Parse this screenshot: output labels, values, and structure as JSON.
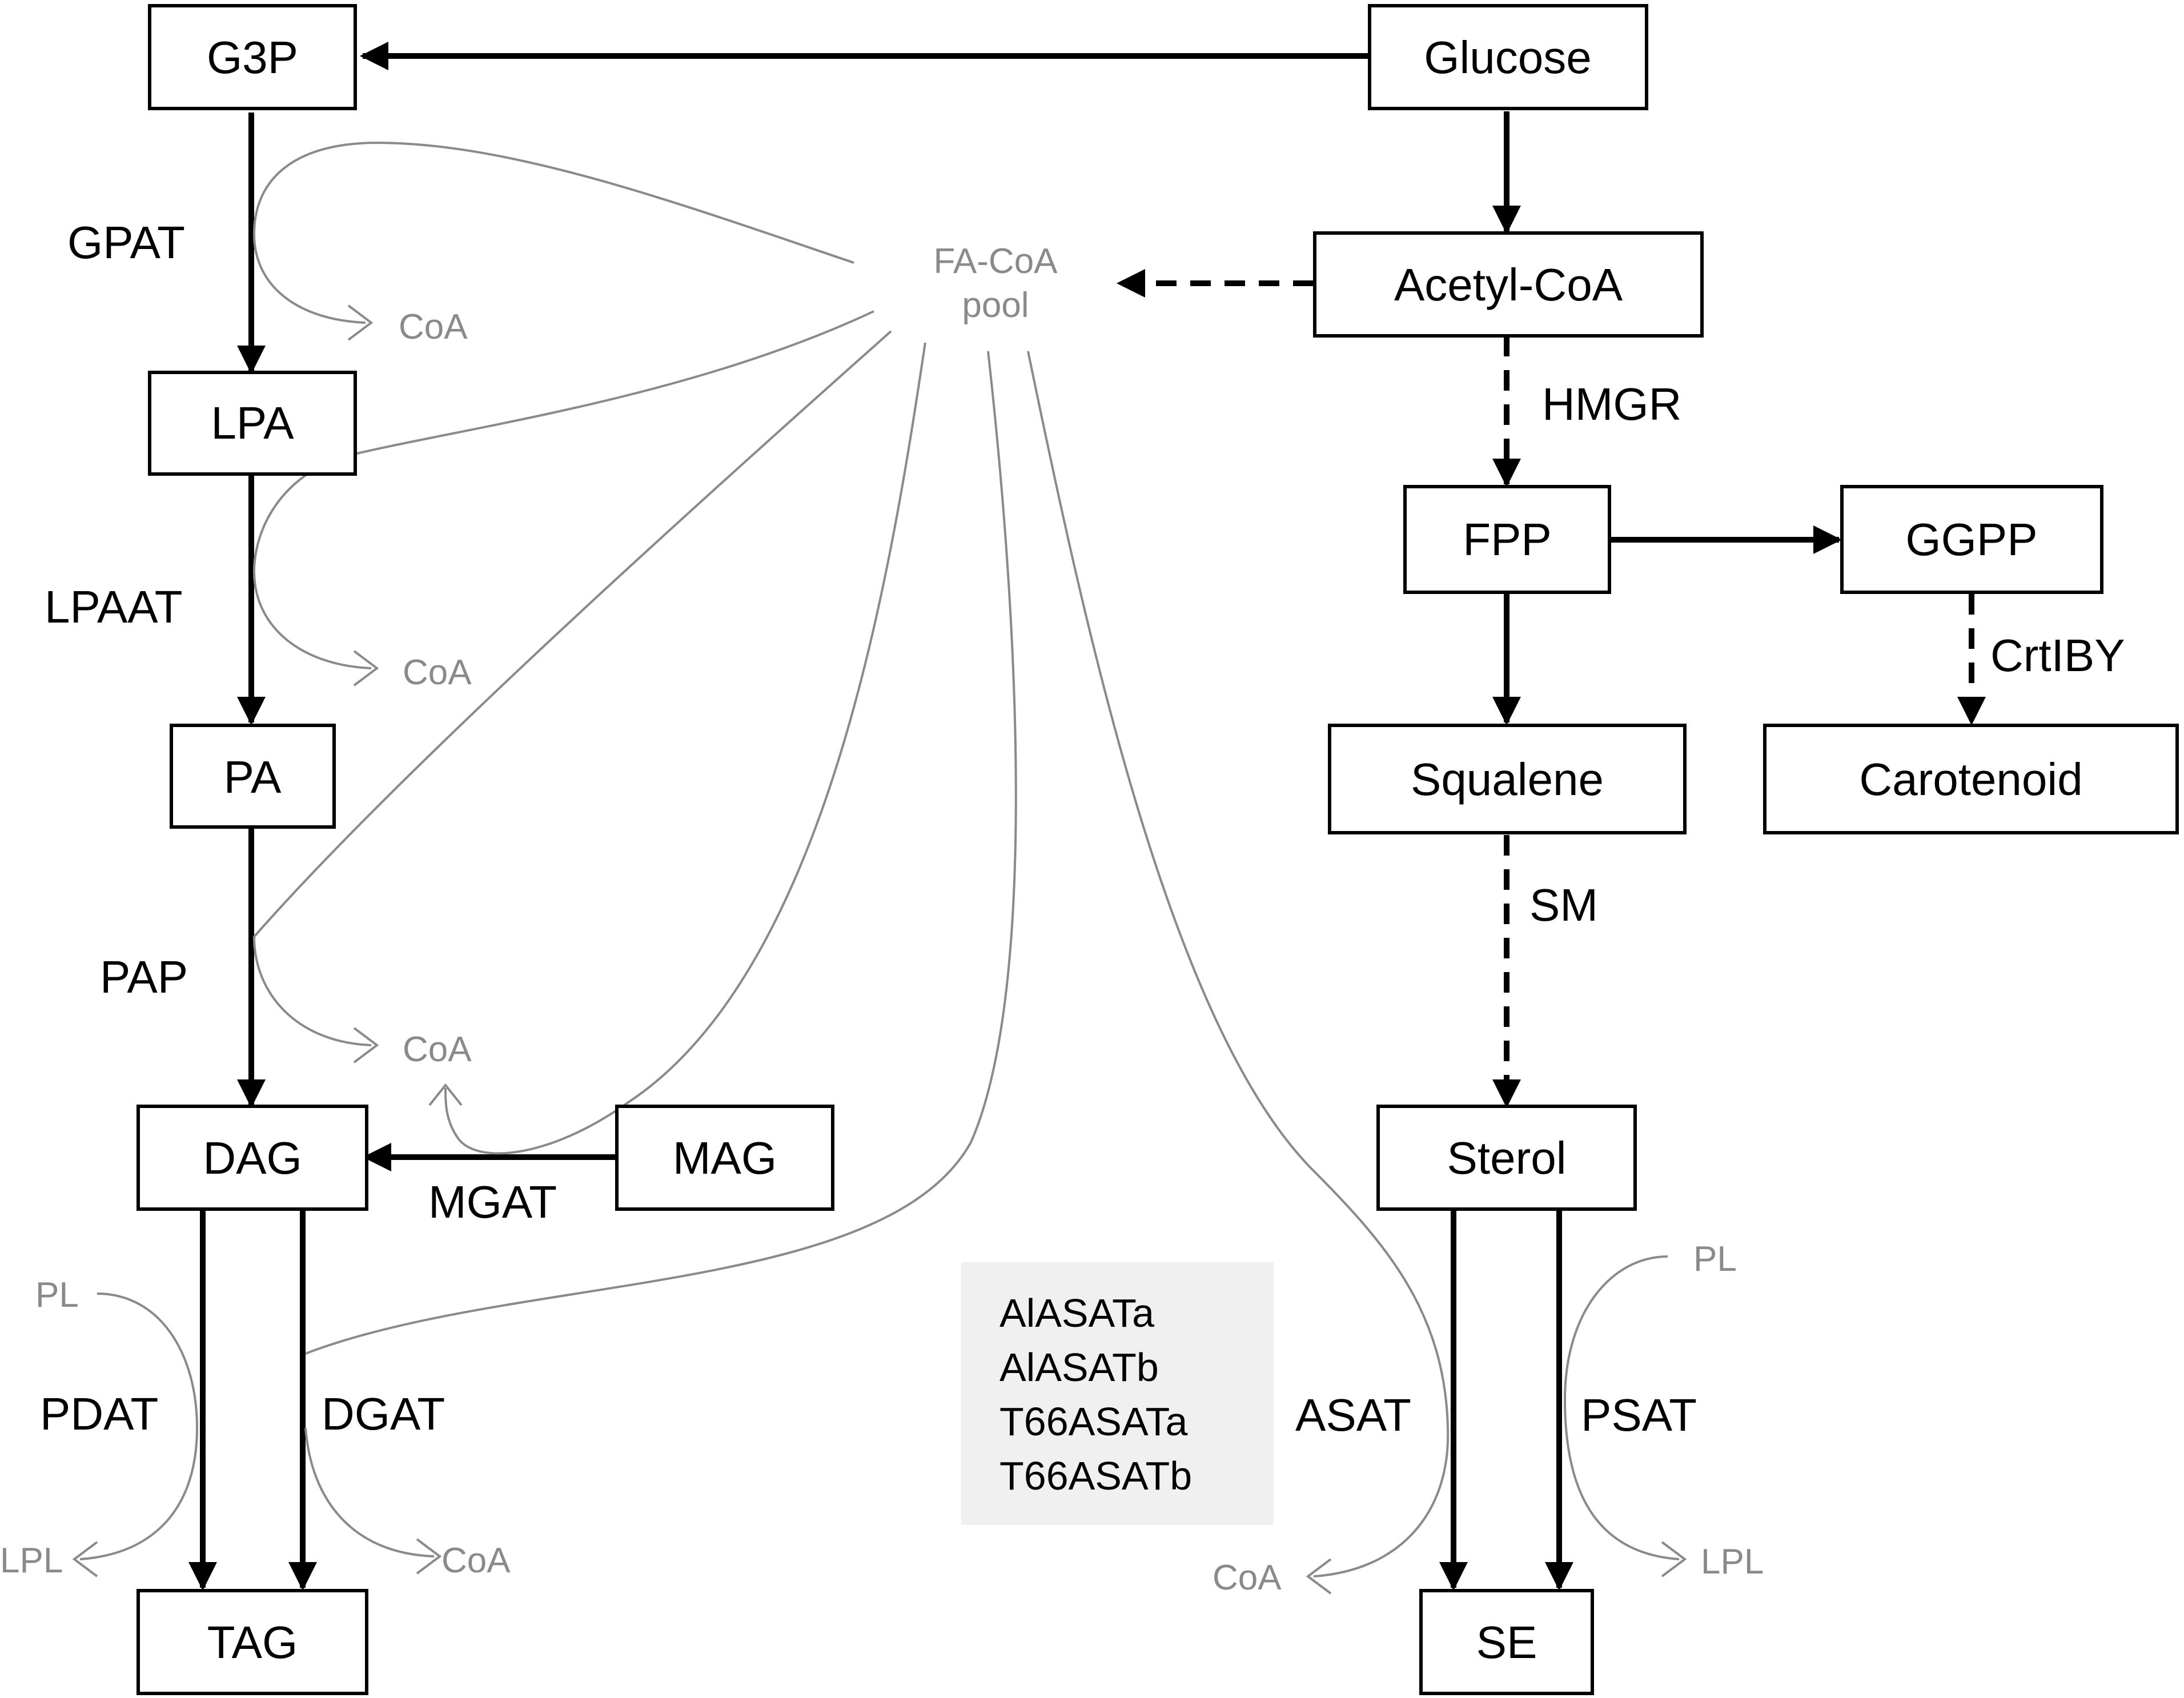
{
  "nodes": {
    "g3p": "G3P",
    "glucose": "Glucose",
    "acetyl_coa": "Acetyl-CoA",
    "lpa": "LPA",
    "pa": "PA",
    "dag": "DAG",
    "mag": "MAG",
    "tag": "TAG",
    "fpp": "FPP",
    "ggpp": "GGPP",
    "squalene": "Squalene",
    "carotenoid": "Carotenoid",
    "sterol": "Sterol",
    "se": "SE"
  },
  "enzymes": {
    "gpat": "GPAT",
    "lpaat": "LPAAT",
    "pap": "PAP",
    "mgat": "MGAT",
    "pdat": "PDAT",
    "dgat": "DGAT",
    "hmgr": "HMGR",
    "crtiby": "CrtIBY",
    "sm": "SM",
    "asat": "ASAT",
    "psat": "PSAT"
  },
  "pool": {
    "line1": "FA-CoA",
    "line2": "pool"
  },
  "byproducts": {
    "coa_gpat": "CoA",
    "coa_lpaat": "CoA",
    "coa_pap": "CoA",
    "pl_pdat": "PL",
    "lpl_pdat": "LPL",
    "coa_dgat": "CoA",
    "coa_asat": "CoA",
    "pl_psat": "PL",
    "lpl_psat": "LPL"
  },
  "asat_variants": [
    "AlASATa",
    "AlASATb",
    "T66ASATa",
    "T66ASATb"
  ],
  "colors": {
    "pathway": "#000000",
    "acyl_flow": "#8a8a8a",
    "note_background": "#f0f0f0"
  }
}
